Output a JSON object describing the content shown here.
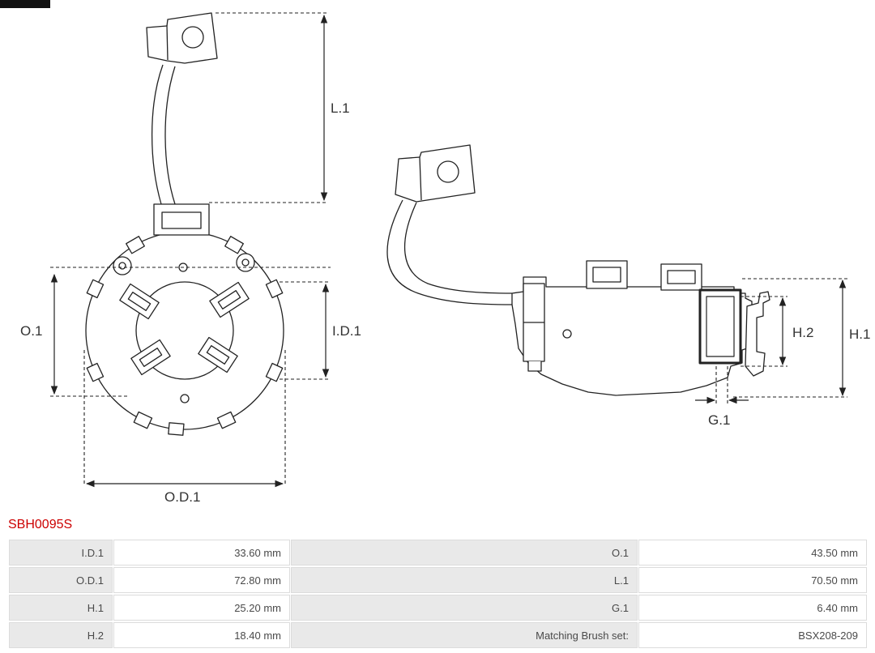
{
  "part_number": "SBH0095S",
  "diagram": {
    "labels": {
      "l1": "L.1",
      "o1": "O.1",
      "id1": "I.D.1",
      "od1": "O.D.1",
      "h2": "H.2",
      "h1": "H.1",
      "g1": "G.1"
    }
  },
  "table": {
    "rows": [
      {
        "c1": "I.D.1",
        "v1": "33.60 mm",
        "c2": "O.1",
        "v2": "43.50 mm"
      },
      {
        "c1": "O.D.1",
        "v1": "72.80 mm",
        "c2": "L.1",
        "v2": "70.50 mm"
      },
      {
        "c1": "H.1",
        "v1": "25.20 mm",
        "c2": "G.1",
        "v2": "6.40 mm"
      },
      {
        "c1": "H.2",
        "v1": "18.40 mm",
        "c2": "Matching Brush set:",
        "v2": "BSX208-209"
      }
    ]
  }
}
